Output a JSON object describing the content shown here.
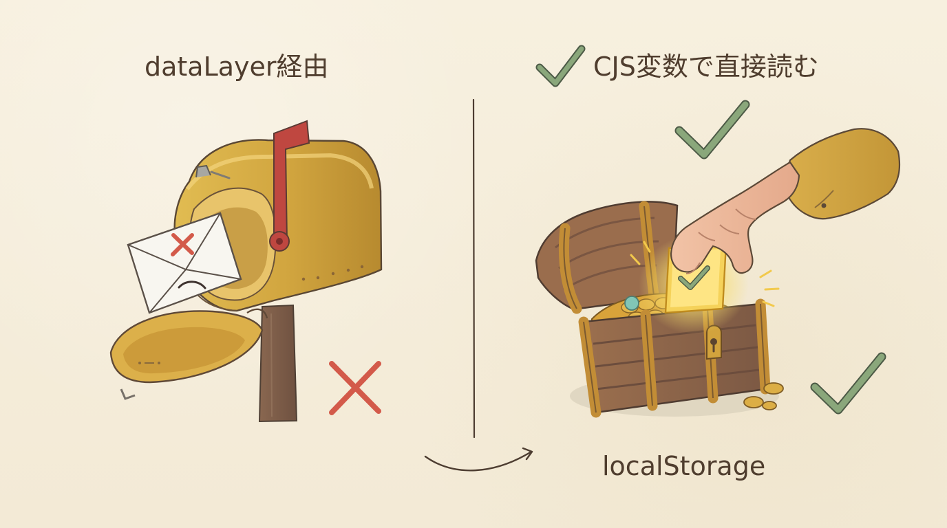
{
  "left": {
    "title": "dataLayer経由"
  },
  "right": {
    "title": "CJS変数で直接読む",
    "bottom_label": "localStorage"
  },
  "colors": {
    "background": "#f6efdd",
    "text": "#4f3d2e",
    "check_green": "#8aa77b",
    "cross_red": "#d35a4a",
    "mailbox_gold": "#d3a63e",
    "chest_brown": "#8e6346",
    "coin_gold": "#d8a83b",
    "flag_red": "#bf4740"
  },
  "icons": {
    "top_check": "check-icon",
    "middle_check": "check-icon",
    "bottom_check": "check-icon",
    "left_cross": "cross-icon",
    "envelope_cross": "cross-icon",
    "arrow": "curved-arrow-icon",
    "mailbox": "mailbox-icon",
    "treasure_chest": "treasure-chest-icon",
    "hand": "hand-icon",
    "divider": "divider-line"
  }
}
